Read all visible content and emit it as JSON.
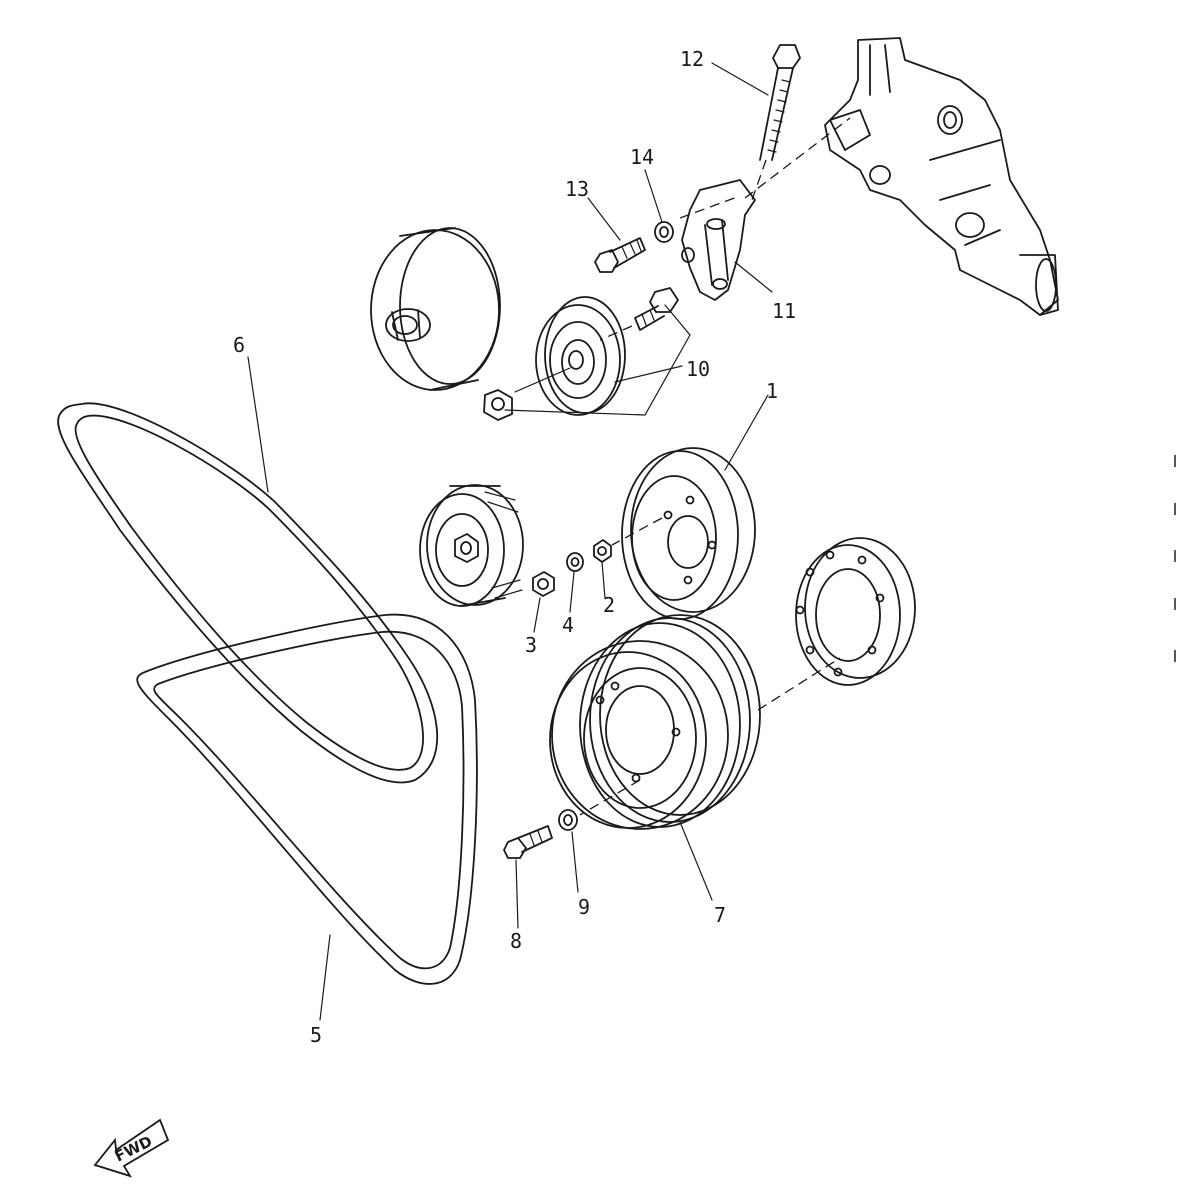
{
  "callouts": {
    "c1": "1",
    "c2": "2",
    "c3": "3",
    "c4": "4",
    "c5": "5",
    "c6": "6",
    "c7": "7",
    "c8": "8",
    "c9": "9",
    "c10": "10",
    "c11": "11",
    "c12": "12",
    "c13": "13",
    "c14": "14"
  },
  "direction_label": "FWD"
}
